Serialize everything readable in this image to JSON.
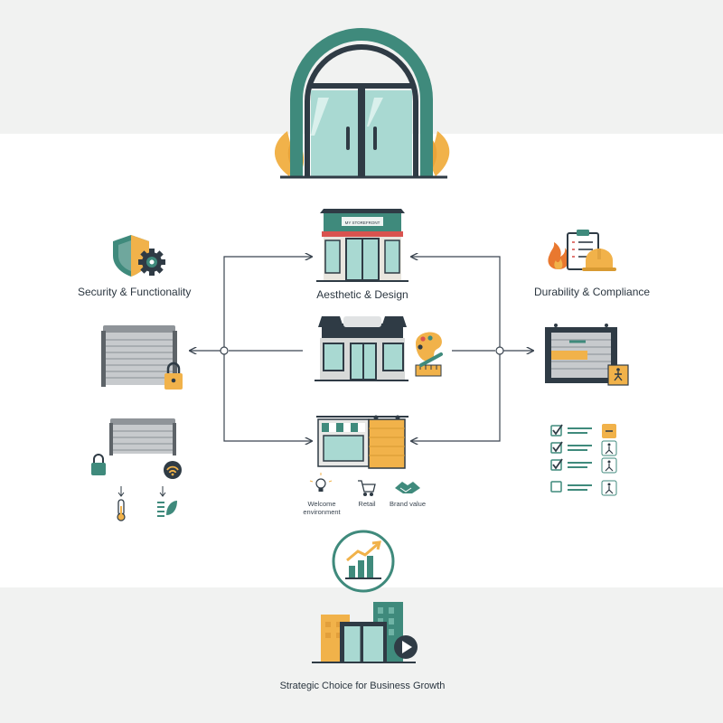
{
  "colors": {
    "teal": "#3f8a7c",
    "dark": "#2f3b45",
    "orange": "#f1b24a",
    "glass": "#a9d9d2",
    "red": "#d9534f",
    "line": "#3b4550"
  },
  "labels": {
    "security": "Security & Functionality",
    "aesthetic": "Aesthetic & Design",
    "durability": "Durability & Compliance",
    "welcome": "Welcome environment",
    "retail": "Retail",
    "brand": "Brand value",
    "strategic": "Strategic Choice for Business Growth",
    "store_sign": "MY STOREFRONT"
  },
  "icons": {
    "top": "arched-glass-door-icon",
    "security": [
      "shield-gear-icon",
      "rolling-shutter-lock-icon",
      "shutter-wifi-icon",
      "thermometer-icon",
      "eco-leaf-icon"
    ],
    "aesthetic": [
      "storefront-icon",
      "shop-icon",
      "palette-icon",
      "barn-door-shop-icon",
      "lightbulb-icon",
      "cart-icon",
      "handshake-icon"
    ],
    "durability": [
      "fire-clipboard-hardhat-icon",
      "accessible-door-icon",
      "compliance-checklist-icon"
    ],
    "bottom": [
      "growth-chart-icon",
      "city-buildings-icon",
      "play-icon"
    ]
  }
}
